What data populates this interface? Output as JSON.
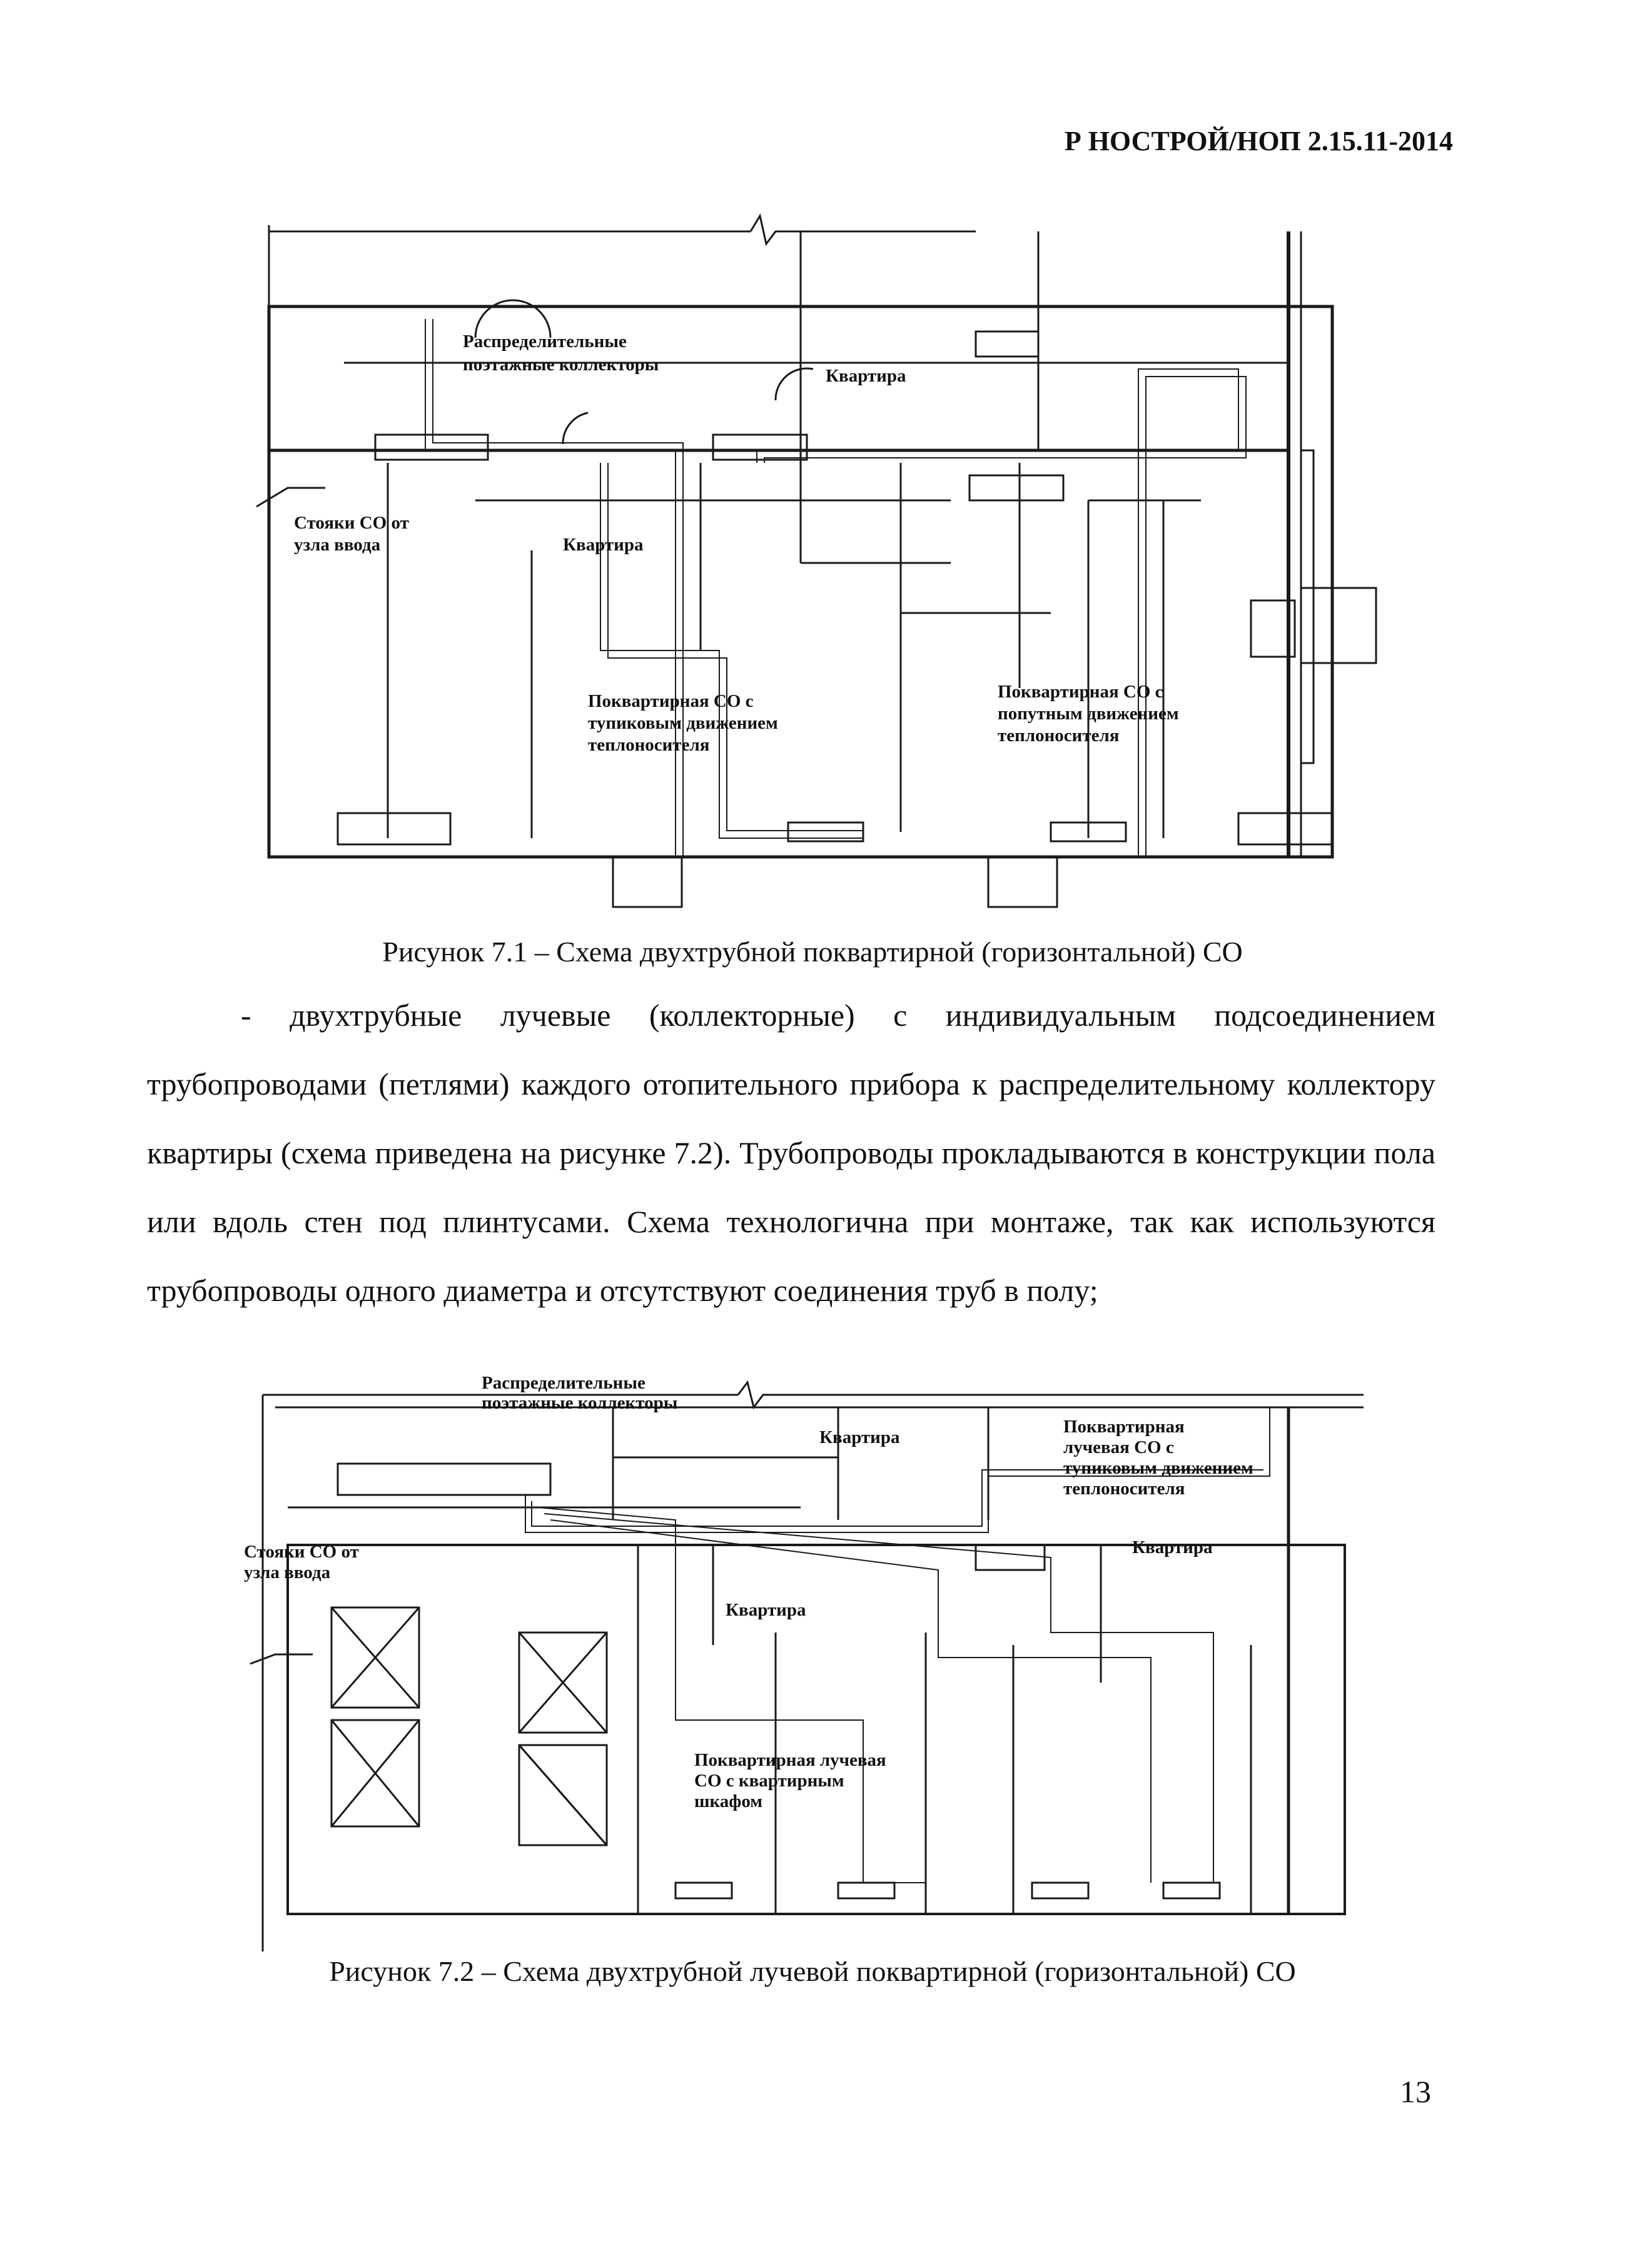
{
  "header": {
    "doc_code": "Р НОСТРОЙ/НОП 2.15.11-2014"
  },
  "figure1": {
    "labels": {
      "collectors_line1": "Распределительные",
      "collectors_line2": "поэтажные коллекторы",
      "apartment_top": "Квартира",
      "risers_line1": "Стояки СО от",
      "risers_line2": "узла ввода",
      "apartment_mid": "Квартира",
      "deadend_line1": "Поквартирная СО с",
      "deadend_line2": "тупиковым движением",
      "deadend_line3": "теплоносителя",
      "cocurrent_line1": "Поквартирная СО с",
      "cocurrent_line2": "попутным движением",
      "cocurrent_line3": "теплоносителя"
    },
    "caption": "Рисунок 7.1 – Схема двухтрубной поквартирной (горизонтальной) СО"
  },
  "body_text": "- двухтрубные лучевые (коллекторные) с индивидуальным подсоединением трубопроводами (петлями) каждого отопительного прибора к распределительному коллектору квартиры (схема приведена на рисунке 7.2). Трубопроводы прокладываются в конструкции пола или вдоль стен под плинтусами. Схема технологична при монтаже, так как используются трубопроводы одного диаметра и отсутствуют соединения труб в полу;",
  "figure2": {
    "labels": {
      "collectors_line1": "Распределительные",
      "collectors_line2": "поэтажные коллекторы",
      "apartment_top": "Квартира",
      "radial_deadend_line1": "Поквартирная",
      "radial_deadend_line2": "лучевая СО с",
      "radial_deadend_line3": "тупиковым движением",
      "radial_deadend_line4": "теплоносителя",
      "risers_line1": "Стояки СО от",
      "risers_line2": "узла ввода",
      "apartment_right": "Квартира",
      "apartment_mid": "Квартира",
      "cabinet_line1": "Поквартирная лучевая",
      "cabinet_line2": "СО с квартирным",
      "cabinet_line3": "шкафом"
    },
    "caption": "Рисунок 7.2 – Схема двухтрубной лучевой поквартирной (горизонтальной) СО"
  },
  "page_number": "13"
}
